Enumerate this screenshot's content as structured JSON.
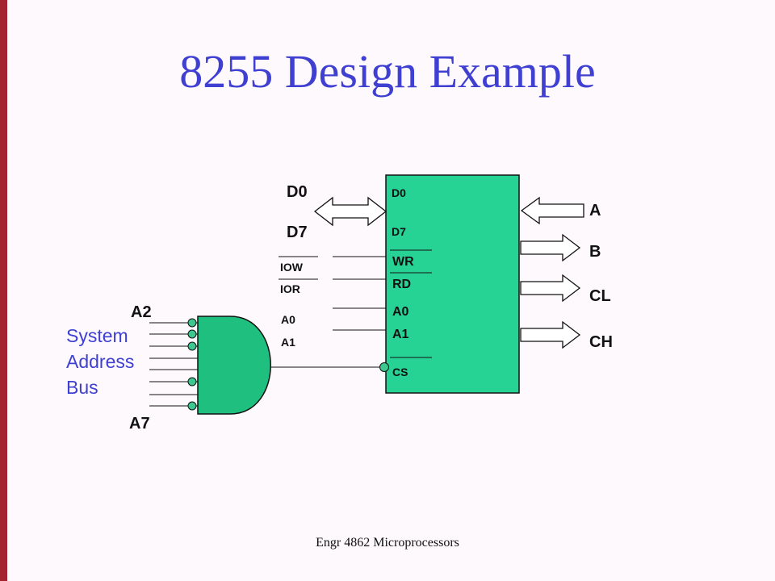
{
  "slide": {
    "title": "8255 Design Example",
    "footer": "Engr 4862 Microprocessors"
  },
  "colors": {
    "chip_fill": "#26d394",
    "title_blue": "#3f3fd1",
    "accent_bar": "#a3232e",
    "gate_fill": "#1fbf7f",
    "bubble_fill": "#3cc88f"
  },
  "chip": {
    "pins": {
      "d0": "D0",
      "d7": "D7",
      "wr": "WR",
      "rd": "RD",
      "a0": "A0",
      "a1": "A1",
      "cs": "CS"
    }
  },
  "bus_side": {
    "d0": "D0",
    "d7": "D7",
    "iow": "IOW",
    "ior": "IOR",
    "a0": "A0",
    "a1": "A1"
  },
  "ports": {
    "a": "A",
    "b": "B",
    "cl": "CL",
    "ch": "CH"
  },
  "address": {
    "a2": "A2",
    "a7": "A7",
    "bus_label_line1": "System",
    "bus_label_line2": "Address",
    "bus_label_line3": "Bus"
  }
}
